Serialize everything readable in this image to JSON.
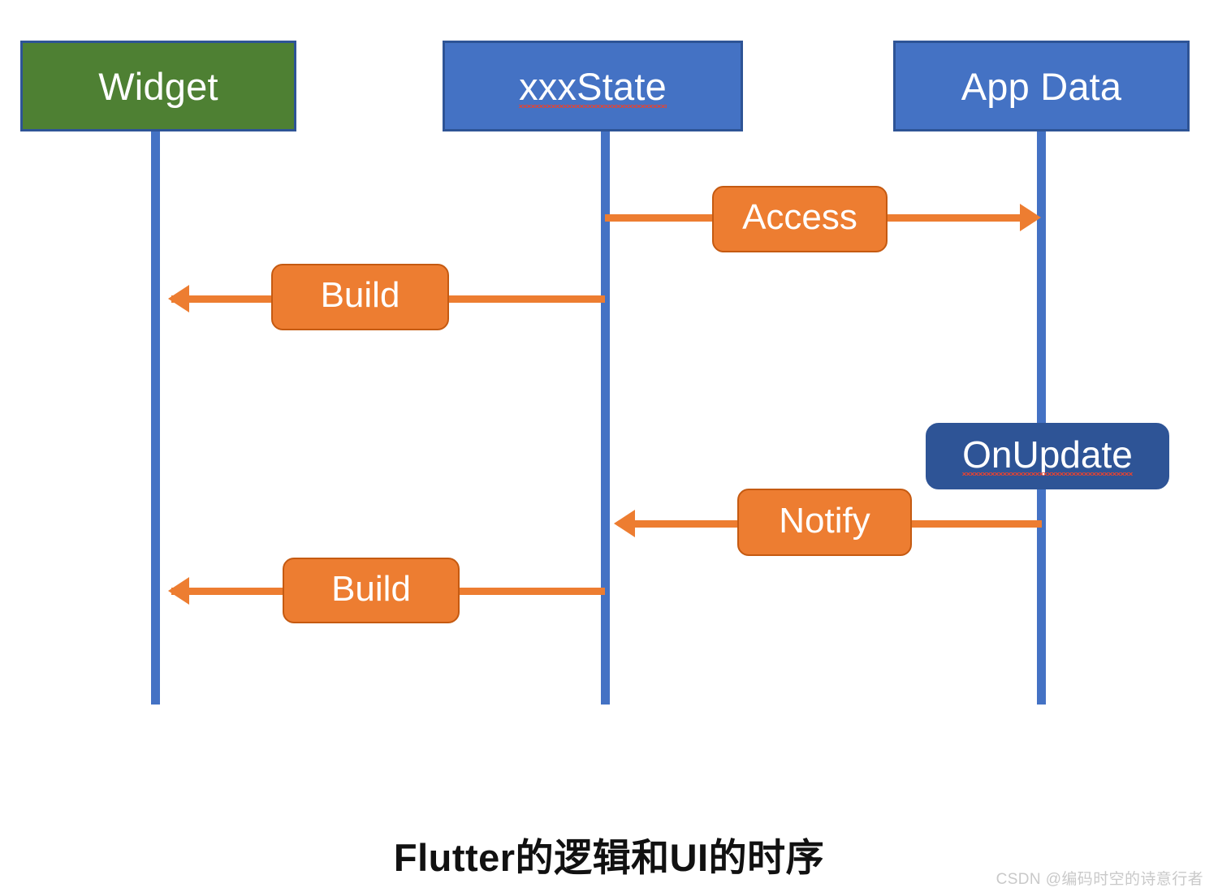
{
  "diagram": {
    "type": "sequence-diagram",
    "caption": "Flutter的逻辑和UI的时序",
    "watermark": "CSDN @编码时空的诗意行者",
    "colors": {
      "green_fill": "#4E8033",
      "blue_fill": "#4472C4",
      "blue_border": "#2E5496",
      "orange_fill": "#ED7D31",
      "orange_border": "#C55A11",
      "dark_blue_fill": "#2E5496",
      "lifeline": "#4472C4",
      "caption_color": "#111111",
      "watermark_color": "#C9C9C9"
    },
    "participants": [
      {
        "id": "widget",
        "label": "Widget",
        "fill": "#4E8033",
        "misspelled": false
      },
      {
        "id": "state",
        "label": "xxxState",
        "fill": "#4472C4",
        "misspelled": true
      },
      {
        "id": "appdata",
        "label": "App Data",
        "fill": "#4472C4",
        "misspelled": false
      }
    ],
    "messages": [
      {
        "id": "access",
        "label": "Access",
        "from": "state",
        "to": "appdata",
        "direction": "right",
        "style": "orange",
        "order": 1
      },
      {
        "id": "build1",
        "label": "Build",
        "from": "state",
        "to": "widget",
        "direction": "left",
        "style": "orange",
        "order": 2
      },
      {
        "id": "notify",
        "label": "Notify",
        "from": "appdata",
        "to": "state",
        "direction": "left",
        "style": "orange",
        "order": 4
      },
      {
        "id": "build2",
        "label": "Build",
        "from": "state",
        "to": "widget",
        "direction": "left",
        "style": "orange",
        "order": 5
      }
    ],
    "activations": [
      {
        "id": "onupdate",
        "label": "OnUpdate",
        "on": "appdata",
        "style": "dark-blue",
        "misspelled": true,
        "order": 3
      }
    ]
  }
}
